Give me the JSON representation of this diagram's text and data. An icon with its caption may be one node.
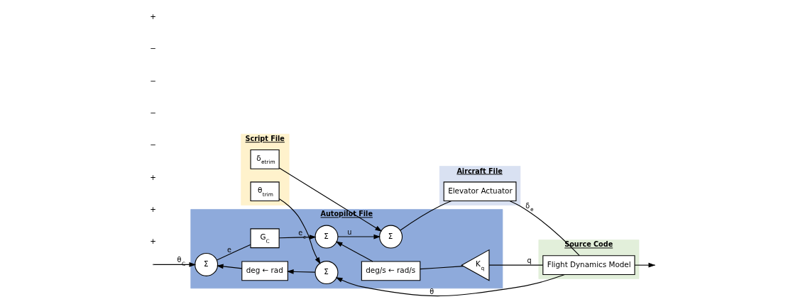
{
  "diagram": {
    "nodes": [
      {
        "text": [
          "Aircraft File"
        ]
      },
      {
        "text": [
          "Autopilot File"
        ]
      },
      {
        "text": [
          "Source Code"
        ]
      },
      {
        "text": [
          "Script File"
        ]
      },
      {
        "text": [
          "Σ"
        ],
        "in": 1
      },
      {
        "text": [
          "G$_{C}$"
        ],
        "in": 1
      },
      {
        "text": [
          "Σ"
        ],
        "in": 1
      },
      {
        "text": [
          "Σ"
        ],
        "in": 1
      },
      {
        "text": [
          "deg ← rad"
        ],
        "in": 1
      },
      {
        "text": [
          "Σ"
        ],
        "in": 1
      },
      {
        "text": [
          "deg/s ← rad/s"
        ],
        "in": 1
      },
      {
        "text": [
          "K$_{q}$"
        ],
        "in": 1
      },
      {
        "text": [
          "Elevator Actuator"
        ],
        "in": 0
      },
      {
        "text": [
          "Flight Dynamics Model"
        ],
        "in": 2
      },
      {
        "text": [
          "θ$_{trim}$"
        ],
        "in": 3
      },
      {
        "text": [
          "δ$_{etrim}$"
        ],
        "in": 3
      }
    ],
    "edges": [
      {
        "from": null,
        "to": 4,
        "arrow": "to",
        "label": "θ$_{C}$"
      },
      {
        "from": 4,
        "to": 5,
        "arrow": "none",
        "label": "e"
      },
      {
        "from": 5,
        "to": 6,
        "arrow": "to",
        "label": "e$_{c}$"
      },
      {
        "from": 6,
        "to": 7,
        "arrow": "to",
        "label": "u"
      },
      {
        "from": 7,
        "to": 12,
        "arrow": "none"
      },
      {
        "from": 12,
        "to": 13,
        "arrow": "none",
        "label": "δ$_{e}$"
      },
      {
        "from": 13,
        "to": null,
        "arrow": "to"
      },
      {
        "from": 13,
        "to": 11,
        "arrow": "none",
        "label": "q"
      },
      {
        "from": 11,
        "to": 10,
        "arrow": "none"
      },
      {
        "from": 10,
        "to": 6,
        "arrow": "to"
      },
      {
        "from": 13,
        "to": 9,
        "arrow": "to",
        "label": "θ"
      },
      {
        "from": 14,
        "to": 9,
        "arrow": "to"
      },
      {
        "from": 9,
        "to": 8,
        "arrow": "to"
      },
      {
        "from": 8,
        "to": 4,
        "arrow": "to"
      },
      {
        "from": 15,
        "to": 7,
        "arrow": "to"
      }
    ],
    "labels": [
      "+",
      "+",
      "+",
      "−",
      "−",
      "−",
      "−",
      "+"
    ]
  }
}
